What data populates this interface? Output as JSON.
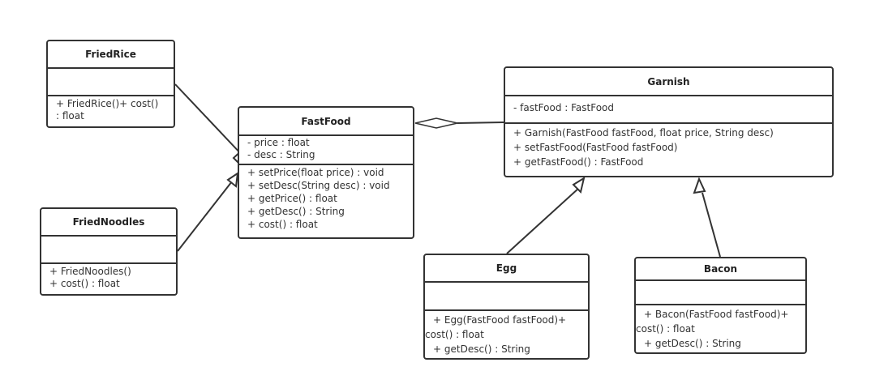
{
  "classes": {
    "friedrice": {
      "name": "FriedRice",
      "attributes": [],
      "methods": [
        "+ FriedRice()+ cost()",
        ": float"
      ]
    },
    "friednoodles": {
      "name": "FriedNoodles",
      "attributes": [],
      "methods": [
        "+ FriedNoodles()",
        "+ cost() : float"
      ]
    },
    "fastfood": {
      "name": "FastFood",
      "attributes": [
        "- price : float",
        "- desc : String"
      ],
      "methods": [
        "+ setPrice(float price) : void",
        "+ setDesc(String desc) : void",
        "+ getPrice() : float",
        "+ getDesc() : String",
        "+ cost() : float"
      ]
    },
    "garnish": {
      "name": "Garnish",
      "attributes": [
        "- fastFood : FastFood"
      ],
      "methods": [
        "+ Garnish(FastFood fastFood, float price, String desc)",
        "+ setFastFood(FastFood fastFood)",
        "+ getFastFood() : FastFood"
      ]
    },
    "egg": {
      "name": "Egg",
      "attributes": [],
      "methods": [
        "+ Egg(FastFood fastFood)+",
        "cost() : float",
        "+ getDesc() : String"
      ]
    },
    "bacon": {
      "name": "Bacon",
      "attributes": [],
      "methods": [
        "+ Bacon(FastFood fastFood)+",
        "cost() : float",
        "+ getDesc() : String"
      ]
    }
  },
  "relations": [
    {
      "from": "FriedRice",
      "to": "FastFood",
      "type": "generalization"
    },
    {
      "from": "FriedNoodles",
      "to": "FastFood",
      "type": "generalization"
    },
    {
      "from": "Garnish",
      "to": "FastFood",
      "type": "aggregation"
    },
    {
      "from": "Egg",
      "to": "Garnish",
      "type": "generalization"
    },
    {
      "from": "Bacon",
      "to": "Garnish",
      "type": "generalization"
    }
  ]
}
